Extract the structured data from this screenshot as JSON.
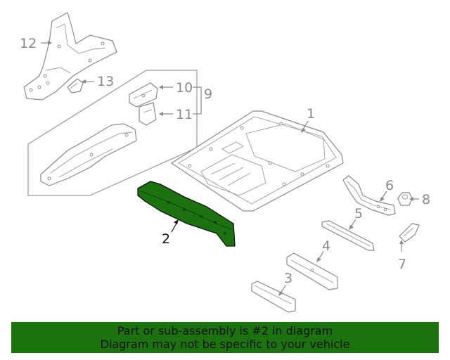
{
  "diagram": {
    "callouts": [
      {
        "id": "c1",
        "label": "1"
      },
      {
        "id": "c2",
        "label": "2"
      },
      {
        "id": "c3",
        "label": "3"
      },
      {
        "id": "c4",
        "label": "4"
      },
      {
        "id": "c5",
        "label": "5"
      },
      {
        "id": "c6",
        "label": "6"
      },
      {
        "id": "c7",
        "label": "7"
      },
      {
        "id": "c8",
        "label": "8"
      },
      {
        "id": "c9",
        "label": "9"
      },
      {
        "id": "c10",
        "label": "10"
      },
      {
        "id": "c11",
        "label": "11"
      },
      {
        "id": "c12",
        "label": "12"
      },
      {
        "id": "c13",
        "label": "13"
      }
    ],
    "highlighted_part": "2",
    "colors": {
      "highlight": "#1c720f",
      "outline": "#8a8a8a",
      "active_label": "#111111"
    }
  },
  "banner": {
    "line1": "Part or sub-assembly is #2 in diagram",
    "line2": "Diagram may not be specific to your vehicle",
    "background": "#1c720f"
  }
}
